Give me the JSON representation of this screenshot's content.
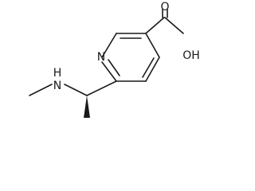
{
  "molecule": {
    "atoms": {
      "ring_nitrogen": "N",
      "hydroxyl": "OH",
      "carbonyl_oxygen": "O",
      "amine_nitrogen": "N",
      "amine_hydrogen": "H"
    }
  },
  "colors": {
    "ink": "#1a1a1a",
    "background": "#ffffff"
  }
}
